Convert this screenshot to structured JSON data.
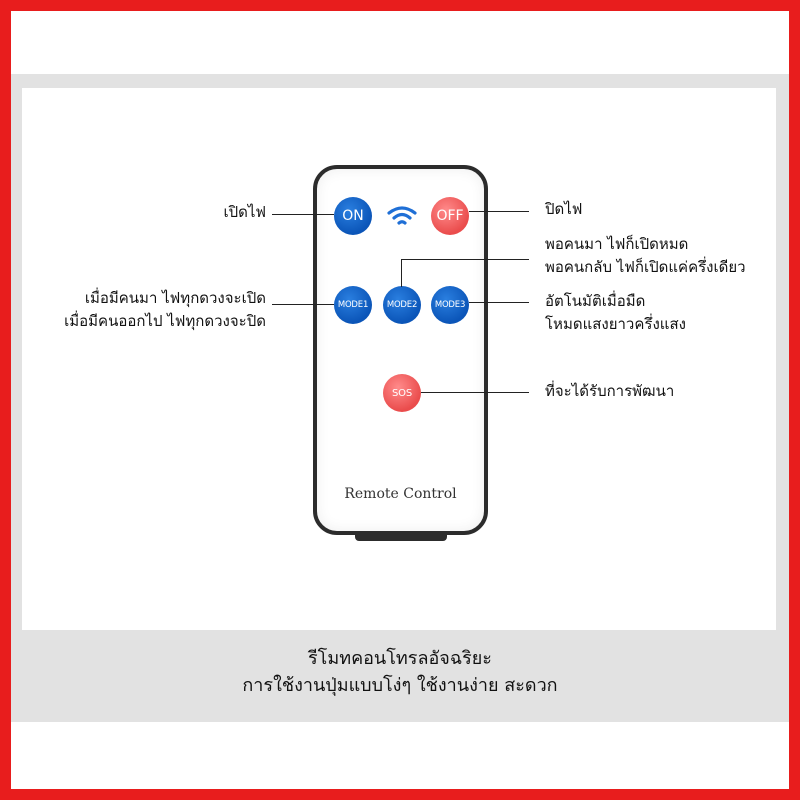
{
  "remote": {
    "buttons": {
      "on": "ON",
      "off": "OFF",
      "mode1": "MODE1",
      "mode2": "MODE2",
      "mode3": "MODE3",
      "sos": "SOS"
    },
    "label": "Remote Control",
    "icons": {
      "signal": "wifi-signal-icon"
    }
  },
  "callouts": {
    "on": "เปิดไฟ",
    "off": "ปิดไฟ",
    "mode1_line1": "เมื่อมีคนมา ไฟทุกดวงจะเปิด",
    "mode1_line2": "เมื่อมีคนออกไป ไฟทุกดวงจะปิด",
    "mode2_line1": "พอคนมา ไฟก็เปิดหมด",
    "mode2_line2": "พอคนกลับ ไฟก็เปิดแค่ครึ่งเดียว",
    "mode3_line1": "อัตโนมัติเมื่อมืด",
    "mode3_line2": "โหมดแสงยาวครึ่งแสง",
    "sos": "ที่จะได้รับการพัฒนา"
  },
  "caption": {
    "line1": "รีโมทคอนโทรลอัจฉริยะ",
    "line2": "การใช้งานปุ่มแบบโง่ๆ ใช้งานง่าย สะดวก"
  },
  "colors": {
    "frame": "#e81d1d",
    "button_blue": "#0b55b8",
    "button_red": "#ea4c4c",
    "band": "#e2e2e2"
  }
}
